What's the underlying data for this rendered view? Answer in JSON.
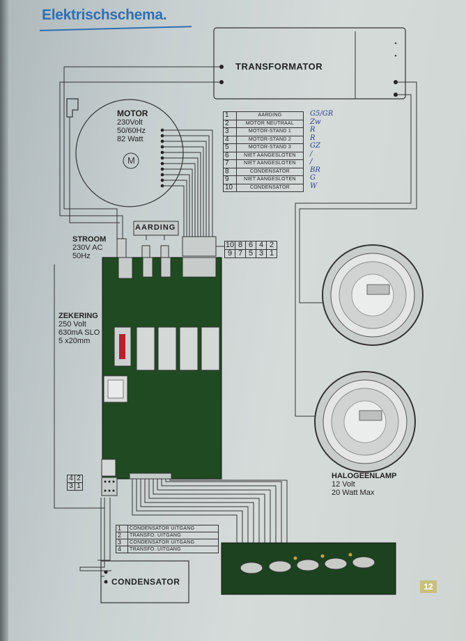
{
  "title": "Elektrischschema.",
  "transformer": {
    "label": "TRANSFORMATOR"
  },
  "motor": {
    "label": "MOTOR",
    "specs": [
      "230Volt",
      "50/60Hz",
      "82 Watt"
    ],
    "symbol": "M"
  },
  "wire_table": {
    "rows": [
      {
        "num": "1",
        "label": "AARDING",
        "note": "G5/GR"
      },
      {
        "num": "2",
        "label": "MOTOR NEUTRAAL",
        "note": "Zw"
      },
      {
        "num": "3",
        "label": "MOTOR-STAND 1",
        "note": "R"
      },
      {
        "num": "4",
        "label": "MOTOR-STAND 2",
        "note": "R"
      },
      {
        "num": "5",
        "label": "MOTOR-STAND 3",
        "note": "GZ"
      },
      {
        "num": "6",
        "label": "NIET AANGESLOTEN",
        "note": "/"
      },
      {
        "num": "7",
        "label": "NIET AANGESLOTEN",
        "note": "/"
      },
      {
        "num": "8",
        "label": "CONDENSATOR",
        "note": "BR"
      },
      {
        "num": "9",
        "label": "NIET AANGESLOTEN",
        "note": "G"
      },
      {
        "num": "10",
        "label": "CONDENSATOR",
        "note": "W"
      }
    ]
  },
  "pin_grid": {
    "top": [
      "10",
      "8",
      "6",
      "4",
      "2"
    ],
    "bottom": [
      "9",
      "7",
      "5",
      "3",
      "1"
    ]
  },
  "aarding": {
    "label": "AARDING"
  },
  "stroom": {
    "label": "STROOM",
    "specs": [
      "230V AC",
      "50Hz"
    ]
  },
  "zekering": {
    "label": "ZEKERING",
    "specs": [
      "250 Volt",
      "630mA SLO",
      "5 x20mm"
    ]
  },
  "halogen": {
    "label": "HALOGEENLAMP",
    "specs": [
      "12 Volt",
      "20 Watt Max"
    ]
  },
  "small_pin_grid": {
    "top": [
      "4",
      "2"
    ],
    "bottom": [
      "3",
      "1"
    ]
  },
  "output_table": {
    "rows": [
      {
        "num": "1",
        "label": "CONDENSATOR UITGANG"
      },
      {
        "num": "2",
        "label": "TRANSFO. UITGANG"
      },
      {
        "num": "3",
        "label": "CONDENSATOR UITGANG"
      },
      {
        "num": "4",
        "label": "TRANSFO. UITGANG"
      }
    ]
  },
  "condensator": {
    "label": "CONDENSATOR"
  },
  "page_number": "12",
  "colors": {
    "pcb": "#1f4a22",
    "pcb_dark": "#15361a",
    "paper": "#cfd5d2",
    "title": "#2f6fb3",
    "handwriting": "#2a3f8f",
    "page_badge": "#c9c07c"
  }
}
